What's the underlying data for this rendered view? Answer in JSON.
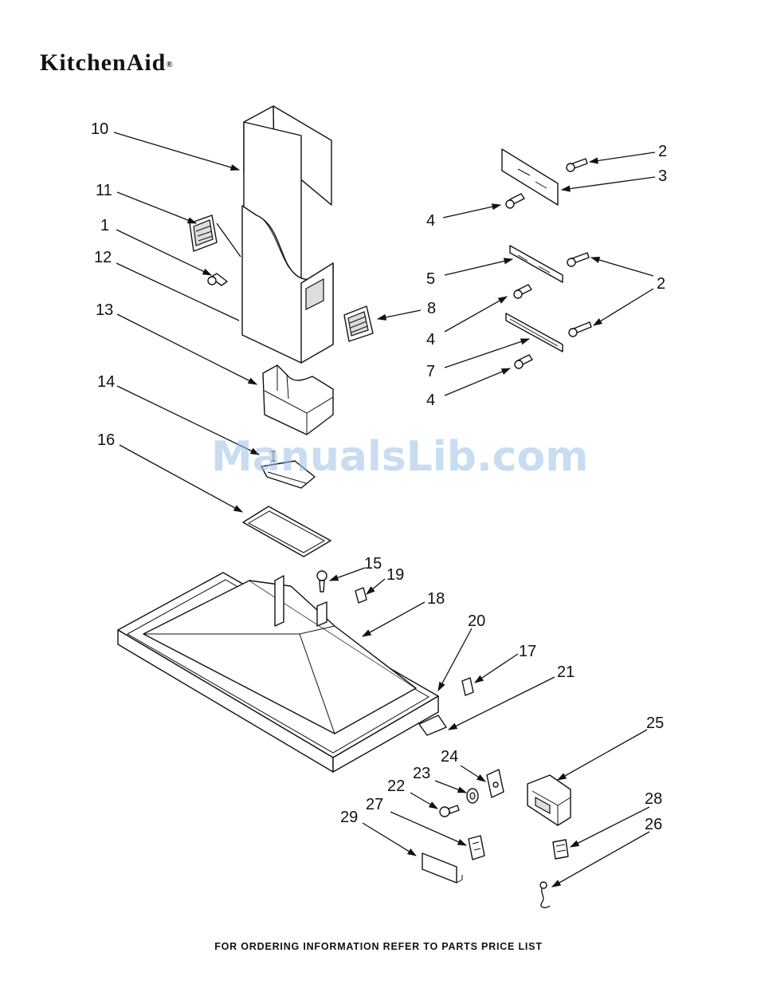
{
  "brand": {
    "name": "KitchenAid",
    "mark": "®"
  },
  "watermark": "ManualsLib.com",
  "footer": "FOR ORDERING INFORMATION REFER TO PARTS PRICE LIST",
  "labels": {
    "p10": "10",
    "p11": "11",
    "p1": "1",
    "p12": "12",
    "p13": "13",
    "p14": "14",
    "p16": "16",
    "p2a": "2",
    "p3": "3",
    "p4a": "4",
    "p5": "5",
    "p2b": "2",
    "p8": "8",
    "p4b": "4",
    "p7": "7",
    "p4c": "4",
    "p15": "15",
    "p19": "19",
    "p18": "18",
    "p20": "20",
    "p17": "17",
    "p21": "21",
    "p25": "25",
    "p24": "24",
    "p23": "23",
    "p22": "22",
    "p27": "27",
    "p28": "28",
    "p26": "26",
    "p29": "29"
  }
}
